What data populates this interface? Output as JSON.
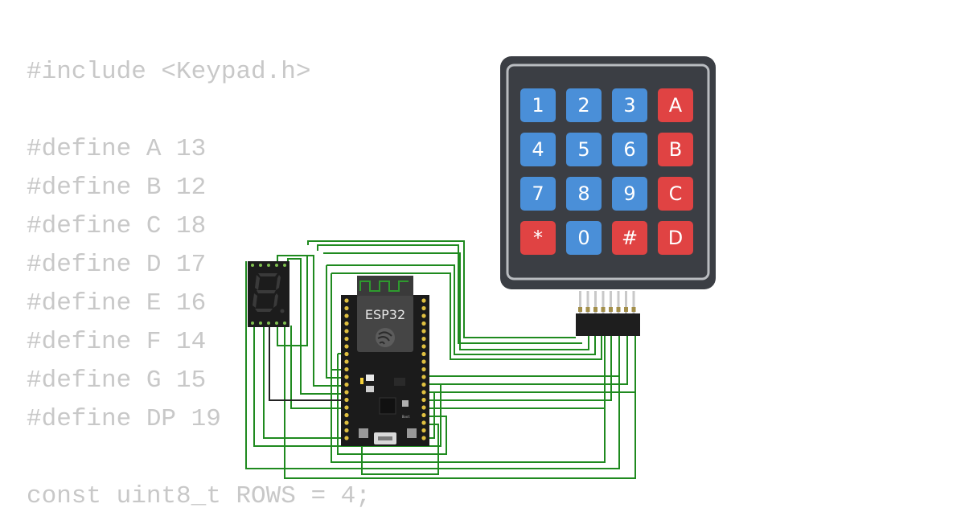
{
  "code_lines": [
    "#include <Keypad.h>",
    "",
    "#define A 13",
    "#define B 12",
    "#define C 18",
    "#define D 17",
    "#define E 16",
    "#define F 14",
    "#define G 15",
    "#define DP 19",
    "",
    "const uint8_t ROWS = 4;"
  ],
  "keypad": {
    "keys": [
      {
        "label": "1",
        "color": "#4a8fd8"
      },
      {
        "label": "2",
        "color": "#4a8fd8"
      },
      {
        "label": "3",
        "color": "#4a8fd8"
      },
      {
        "label": "A",
        "color": "#e04343"
      },
      {
        "label": "4",
        "color": "#4a8fd8"
      },
      {
        "label": "5",
        "color": "#4a8fd8"
      },
      {
        "label": "6",
        "color": "#4a8fd8"
      },
      {
        "label": "B",
        "color": "#e04343"
      },
      {
        "label": "7",
        "color": "#4a8fd8"
      },
      {
        "label": "8",
        "color": "#4a8fd8"
      },
      {
        "label": "9",
        "color": "#4a8fd8"
      },
      {
        "label": "C",
        "color": "#e04343"
      },
      {
        "label": "*",
        "color": "#e04343"
      },
      {
        "label": "0",
        "color": "#4a8fd8"
      },
      {
        "label": "#",
        "color": "#e04343"
      },
      {
        "label": "D",
        "color": "#e04343"
      }
    ]
  },
  "esp32": {
    "label": "ESP32",
    "boot_label": "Boot"
  },
  "seven_segment": {
    "digit": "8."
  },
  "colors": {
    "wire": "#1f8a1f",
    "code_text": "#c8c8c8",
    "keypad_body": "#3b3e44",
    "board": "#1b1b1b"
  }
}
